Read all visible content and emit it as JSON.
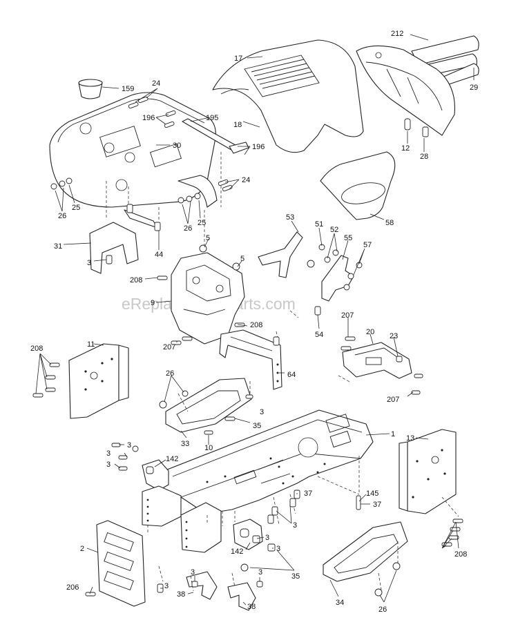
{
  "watermark": "eReplacementParts.com",
  "callouts": [
    {
      "id": "17",
      "text": "17"
    },
    {
      "id": "212",
      "text": "212"
    },
    {
      "id": "29",
      "text": "29"
    },
    {
      "id": "159",
      "text": "159"
    },
    {
      "id": "24a",
      "text": "24"
    },
    {
      "id": "196a",
      "text": "196"
    },
    {
      "id": "195",
      "text": "195"
    },
    {
      "id": "196b",
      "text": "196"
    },
    {
      "id": "18",
      "text": "18"
    },
    {
      "id": "30",
      "text": "30"
    },
    {
      "id": "12",
      "text": "12"
    },
    {
      "id": "28",
      "text": "28"
    },
    {
      "id": "24b",
      "text": "24"
    },
    {
      "id": "26a",
      "text": "26"
    },
    {
      "id": "25a",
      "text": "25"
    },
    {
      "id": "26b",
      "text": "26"
    },
    {
      "id": "25b",
      "text": "25"
    },
    {
      "id": "58",
      "text": "58"
    },
    {
      "id": "53",
      "text": "53"
    },
    {
      "id": "51",
      "text": "51"
    },
    {
      "id": "52",
      "text": "52"
    },
    {
      "id": "55",
      "text": "55"
    },
    {
      "id": "57",
      "text": "57"
    },
    {
      "id": "31",
      "text": "31"
    },
    {
      "id": "44",
      "text": "44"
    },
    {
      "id": "5a",
      "text": "5"
    },
    {
      "id": "5b",
      "text": "5"
    },
    {
      "id": "3a",
      "text": "3"
    },
    {
      "id": "208a",
      "text": "208"
    },
    {
      "id": "9",
      "text": "9"
    },
    {
      "id": "208b",
      "text": "208"
    },
    {
      "id": "54",
      "text": "54"
    },
    {
      "id": "207a",
      "text": "207"
    },
    {
      "id": "20",
      "text": "20"
    },
    {
      "id": "23",
      "text": "23"
    },
    {
      "id": "207b",
      "text": "207"
    },
    {
      "id": "207c",
      "text": "207"
    },
    {
      "id": "208c",
      "text": "208"
    },
    {
      "id": "11",
      "text": "11"
    },
    {
      "id": "64",
      "text": "64"
    },
    {
      "id": "26c",
      "text": "26"
    },
    {
      "id": "3b",
      "text": "3"
    },
    {
      "id": "35a",
      "text": "35"
    },
    {
      "id": "33",
      "text": "33"
    },
    {
      "id": "10",
      "text": "10"
    },
    {
      "id": "1",
      "text": "1"
    },
    {
      "id": "13",
      "text": "13"
    },
    {
      "id": "3c",
      "text": "3"
    },
    {
      "id": "3d",
      "text": "3"
    },
    {
      "id": "3e",
      "text": "3"
    },
    {
      "id": "142a",
      "text": "142"
    },
    {
      "id": "145",
      "text": "145"
    },
    {
      "id": "37a",
      "text": "37"
    },
    {
      "id": "37b",
      "text": "37"
    },
    {
      "id": "3f",
      "text": "3"
    },
    {
      "id": "2",
      "text": "2"
    },
    {
      "id": "142b",
      "text": "142"
    },
    {
      "id": "3g",
      "text": "3"
    },
    {
      "id": "3h",
      "text": "3"
    },
    {
      "id": "208d",
      "text": "208"
    },
    {
      "id": "206",
      "text": "206"
    },
    {
      "id": "3i",
      "text": "3"
    },
    {
      "id": "3j",
      "text": "3"
    },
    {
      "id": "3k",
      "text": "3"
    },
    {
      "id": "38a",
      "text": "38"
    },
    {
      "id": "38b",
      "text": "38"
    },
    {
      "id": "35b",
      "text": "35"
    },
    {
      "id": "34",
      "text": "34"
    },
    {
      "id": "26d",
      "text": "26"
    }
  ]
}
